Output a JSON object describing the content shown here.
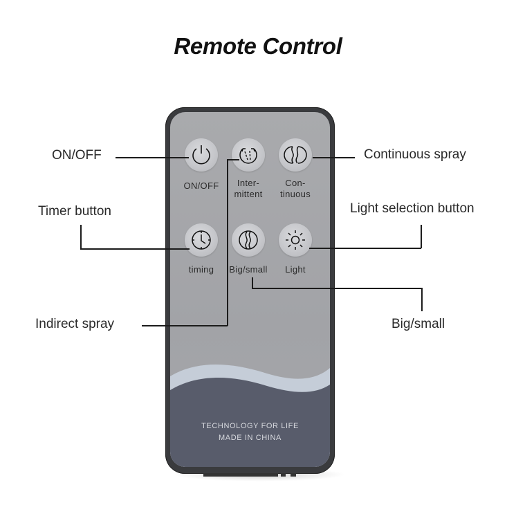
{
  "title": "Remote Control",
  "remote": {
    "face_color": "#a6a7ab",
    "body_color": "#3a3b3e",
    "band_color": "#c5cdd8",
    "bottom_color": "#585c6b",
    "bottom_text": [
      "TECHNOLOGY FOR LIFE",
      "MADE IN CHINA"
    ],
    "buttons": [
      {
        "id": "on-off",
        "icon": "power-icon",
        "label_lines": [
          "ON/OFF"
        ]
      },
      {
        "id": "intermittent",
        "icon": "intermittent-spray-icon",
        "label_lines": [
          "Inter-",
          "mittent"
        ]
      },
      {
        "id": "continuous",
        "icon": "continuous-spray-icon",
        "label_lines": [
          "Con-",
          "tinuous"
        ]
      },
      {
        "id": "timing",
        "icon": "clock-icon",
        "label_lines": [
          "timing"
        ]
      },
      {
        "id": "big-small",
        "icon": "big-small-spray-icon",
        "label_lines": [
          "Big/small"
        ]
      },
      {
        "id": "light",
        "icon": "sun-icon",
        "label_lines": [
          "Light"
        ]
      }
    ]
  },
  "callouts": {
    "on_off": "ON/OFF",
    "timer": "Timer button",
    "indirect": "Indirect spray",
    "continuous": "Continuous spray",
    "light": "Light selection button",
    "big_small": "Big/small"
  }
}
